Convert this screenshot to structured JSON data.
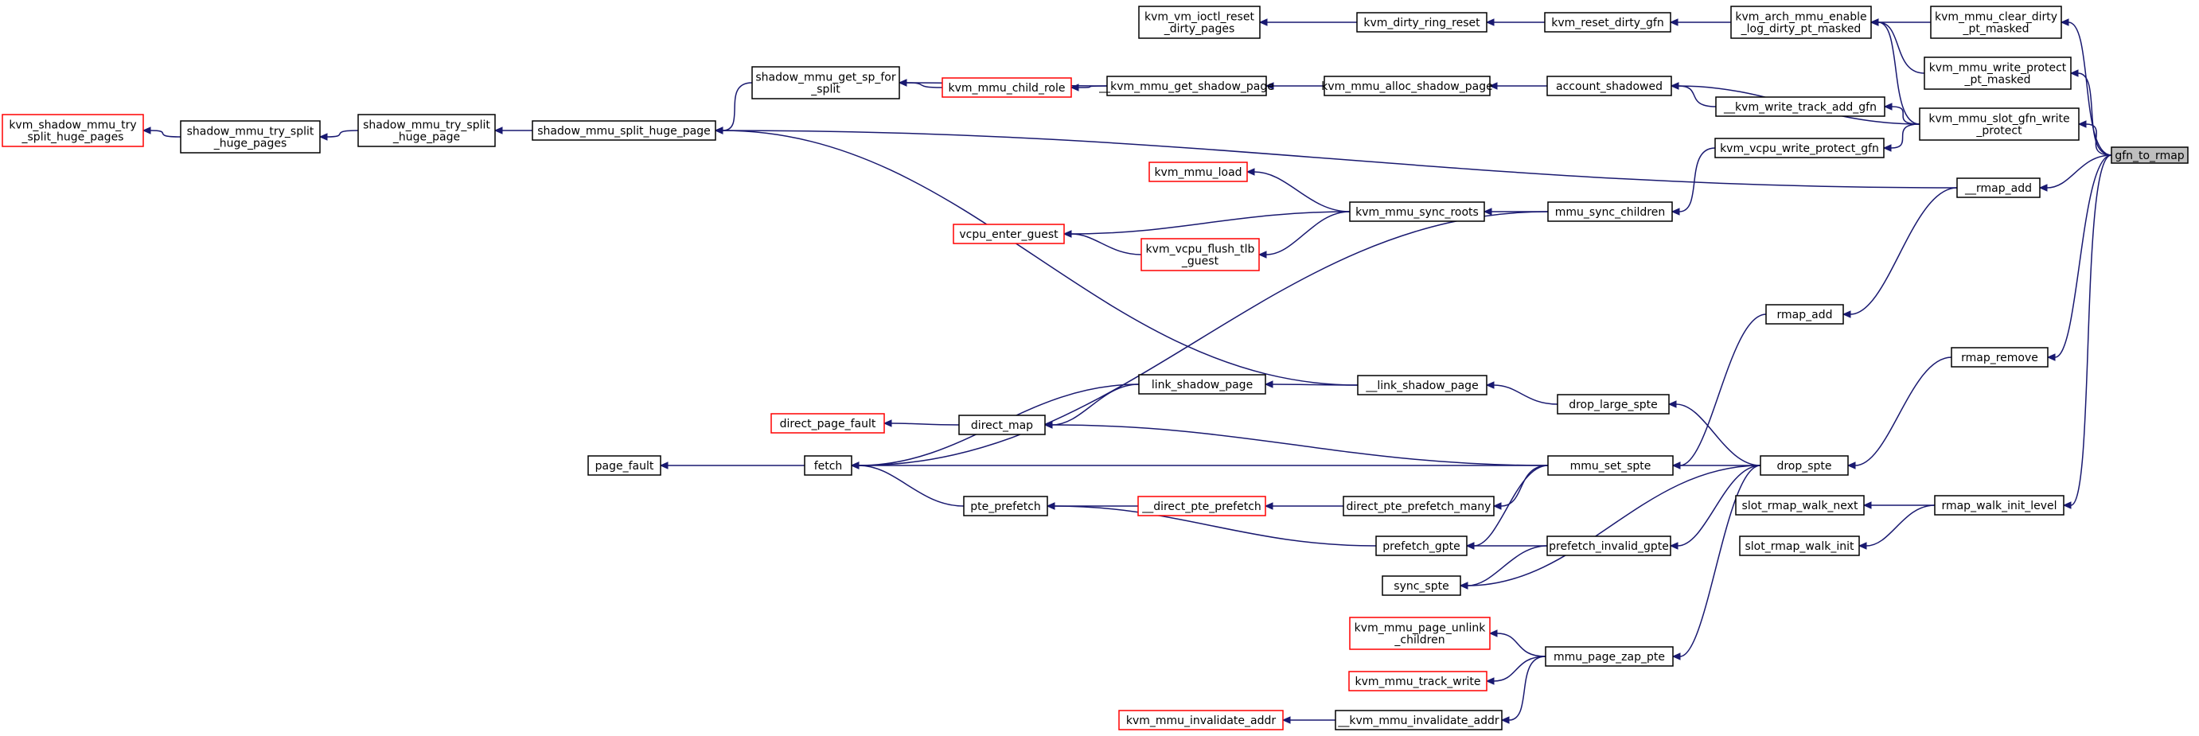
{
  "graph": {
    "root": "gfn_to_rmap",
    "nodes": {
      "gfn_to_rmap": [
        "gfn_to_rmap"
      ],
      "kvm_mmu_clear_dirty_pt_masked": [
        "kvm_mmu_clear_dirty",
        "_pt_masked"
      ],
      "kvm_arch_mmu_enable_log_dirty_pt_masked": [
        "kvm_arch_mmu_enable",
        "_log_dirty_pt_masked"
      ],
      "kvm_reset_dirty_gfn": [
        "kvm_reset_dirty_gfn"
      ],
      "kvm_dirty_ring_reset": [
        "kvm_dirty_ring_reset"
      ],
      "kvm_vm_ioctl_reset_dirty_pages": [
        "kvm_vm_ioctl_reset",
        "_dirty_pages"
      ],
      "kvm_mmu_write_protect_pt_masked": [
        "kvm_mmu_write_protect",
        "_pt_masked"
      ],
      "kvm_mmu_slot_gfn_write_protect": [
        "kvm_mmu_slot_gfn_write",
        "_protect"
      ],
      "account_shadowed": [
        "account_shadowed"
      ],
      "kvm_mmu_alloc_shadow_page": [
        "kvm_mmu_alloc_shadow_page"
      ],
      "__kvm_mmu_get_shadow_page": [
        "__kvm_mmu_get_shadow_page"
      ],
      "shadow_mmu_get_sp_for_split": [
        "shadow_mmu_get_sp_for",
        "_split"
      ],
      "kvm_mmu_child_role": [
        "kvm_mmu_child_role"
      ],
      "shadow_mmu_split_huge_page": [
        "shadow_mmu_split_huge_page"
      ],
      "shadow_mmu_try_split_huge_page": [
        "shadow_mmu_try_split",
        "_huge_page"
      ],
      "shadow_mmu_try_split_huge_pages": [
        "shadow_mmu_try_split",
        "_huge_pages"
      ],
      "kvm_shadow_mmu_try_split_huge_pages": [
        "kvm_shadow_mmu_try",
        "_split_huge_pages"
      ],
      "__kvm_write_track_add_gfn": [
        "__kvm_write_track_add_gfn"
      ],
      "kvm_vcpu_write_protect_gfn": [
        "kvm_vcpu_write_protect_gfn"
      ],
      "__rmap_add": [
        "__rmap_add"
      ],
      "kvm_mmu_load": [
        "kvm_mmu_load"
      ],
      "kvm_mmu_sync_roots": [
        "kvm_mmu_sync_roots"
      ],
      "mmu_sync_children": [
        "mmu_sync_children"
      ],
      "vcpu_enter_guest": [
        "vcpu_enter_guest"
      ],
      "kvm_vcpu_flush_tlb_guest": [
        "kvm_vcpu_flush_tlb",
        "_guest"
      ],
      "rmap_add": [
        "rmap_add"
      ],
      "rmap_remove": [
        "rmap_remove"
      ],
      "link_shadow_page": [
        "link_shadow_page"
      ],
      "__link_shadow_page": [
        "__link_shadow_page"
      ],
      "drop_large_spte": [
        "drop_large_spte"
      ],
      "direct_page_fault": [
        "direct_page_fault"
      ],
      "direct_map": [
        "direct_map"
      ],
      "page_fault": [
        "page_fault"
      ],
      "fetch": [
        "fetch"
      ],
      "mmu_set_spte": [
        "mmu_set_spte"
      ],
      "drop_spte": [
        "drop_spte"
      ],
      "slot_rmap_walk_next": [
        "slot_rmap_walk_next"
      ],
      "rmap_walk_init_level": [
        "rmap_walk_init_level"
      ],
      "pte_prefetch": [
        "pte_prefetch"
      ],
      "__direct_pte_prefetch": [
        "__direct_pte_prefetch"
      ],
      "direct_pte_prefetch_many": [
        "direct_pte_prefetch_many"
      ],
      "slot_rmap_walk_init": [
        "slot_rmap_walk_init"
      ],
      "prefetch_gpte": [
        "prefetch_gpte"
      ],
      "prefetch_invalid_gpte": [
        "prefetch_invalid_gpte"
      ],
      "sync_spte": [
        "sync_spte"
      ],
      "kvm_mmu_page_unlink_children": [
        "kvm_mmu_page_unlink",
        "_children"
      ],
      "mmu_page_zap_pte": [
        "mmu_page_zap_pte"
      ],
      "kvm_mmu_track_write": [
        "kvm_mmu_track_write"
      ],
      "kvm_mmu_invalidate_addr": [
        "kvm_mmu_invalidate_addr"
      ],
      "__kvm_mmu_invalidate_addr": [
        "__kvm_mmu_invalidate_addr"
      ]
    },
    "truncated_nodes": [
      "kvm_shadow_mmu_try_split_huge_pages",
      "kvm_mmu_child_role",
      "kvm_mmu_load",
      "vcpu_enter_guest",
      "kvm_vcpu_flush_tlb_guest",
      "direct_page_fault",
      "__direct_pte_prefetch",
      "kvm_mmu_page_unlink_children",
      "kvm_mmu_track_write",
      "kvm_mmu_invalidate_addr"
    ],
    "edges": [
      [
        "kvm_mmu_clear_dirty_pt_masked",
        "gfn_to_rmap"
      ],
      [
        "kvm_mmu_write_protect_pt_masked",
        "gfn_to_rmap"
      ],
      [
        "kvm_mmu_slot_gfn_write_protect",
        "gfn_to_rmap"
      ],
      [
        "__rmap_add",
        "gfn_to_rmap"
      ],
      [
        "rmap_remove",
        "gfn_to_rmap"
      ],
      [
        "rmap_walk_init_level",
        "gfn_to_rmap"
      ],
      [
        "kvm_arch_mmu_enable_log_dirty_pt_masked",
        "kvm_mmu_clear_dirty_pt_masked"
      ],
      [
        "kvm_arch_mmu_enable_log_dirty_pt_masked",
        "kvm_mmu_write_protect_pt_masked"
      ],
      [
        "kvm_arch_mmu_enable_log_dirty_pt_masked",
        "kvm_mmu_slot_gfn_write_protect"
      ],
      [
        "kvm_reset_dirty_gfn",
        "kvm_arch_mmu_enable_log_dirty_pt_masked"
      ],
      [
        "kvm_dirty_ring_reset",
        "kvm_reset_dirty_gfn"
      ],
      [
        "kvm_vm_ioctl_reset_dirty_pages",
        "kvm_dirty_ring_reset"
      ],
      [
        "account_shadowed",
        "kvm_mmu_slot_gfn_write_protect"
      ],
      [
        "__kvm_write_track_add_gfn",
        "kvm_mmu_slot_gfn_write_protect"
      ],
      [
        "kvm_vcpu_write_protect_gfn",
        "kvm_mmu_slot_gfn_write_protect"
      ],
      [
        "account_shadowed",
        "__kvm_write_track_add_gfn"
      ],
      [
        "kvm_mmu_alloc_shadow_page",
        "account_shadowed"
      ],
      [
        "__kvm_mmu_get_shadow_page",
        "kvm_mmu_alloc_shadow_page"
      ],
      [
        "kvm_mmu_child_role",
        "__kvm_mmu_get_shadow_page"
      ],
      [
        "shadow_mmu_get_sp_for_split",
        "__kvm_mmu_get_shadow_page"
      ],
      [
        "shadow_mmu_get_sp_for_split",
        "kvm_mmu_child_role"
      ],
      [
        "shadow_mmu_split_huge_page",
        "shadow_mmu_get_sp_for_split"
      ],
      [
        "shadow_mmu_try_split_huge_page",
        "shadow_mmu_split_huge_page"
      ],
      [
        "shadow_mmu_try_split_huge_pages",
        "shadow_mmu_try_split_huge_page"
      ],
      [
        "kvm_shadow_mmu_try_split_huge_pages",
        "shadow_mmu_try_split_huge_pages"
      ],
      [
        "shadow_mmu_split_huge_page",
        "__rmap_add"
      ],
      [
        "shadow_mmu_split_huge_page",
        "__link_shadow_page"
      ],
      [
        "mmu_sync_children",
        "kvm_vcpu_write_protect_gfn"
      ],
      [
        "kvm_mmu_sync_roots",
        "mmu_sync_children"
      ],
      [
        "kvm_mmu_load",
        "kvm_mmu_sync_roots"
      ],
      [
        "vcpu_enter_guest",
        "kvm_mmu_sync_roots"
      ],
      [
        "kvm_vcpu_flush_tlb_guest",
        "kvm_mmu_sync_roots"
      ],
      [
        "vcpu_enter_guest",
        "kvm_vcpu_flush_tlb_guest"
      ],
      [
        "fetch",
        "mmu_sync_children"
      ],
      [
        "rmap_add",
        "__rmap_add"
      ],
      [
        "mmu_set_spte",
        "rmap_add"
      ],
      [
        "drop_spte",
        "rmap_remove"
      ],
      [
        "link_shadow_page",
        "__link_shadow_page"
      ],
      [
        "__link_shadow_page",
        "drop_large_spte"
      ],
      [
        "drop_large_spte",
        "drop_spte"
      ],
      [
        "fetch",
        "link_shadow_page"
      ],
      [
        "direct_map",
        "link_shadow_page"
      ],
      [
        "direct_page_fault",
        "direct_map"
      ],
      [
        "direct_map",
        "mmu_set_spte"
      ],
      [
        "page_fault",
        "fetch"
      ],
      [
        "fetch",
        "mmu_set_spte"
      ],
      [
        "fetch",
        "pte_prefetch"
      ],
      [
        "mmu_set_spte",
        "drop_spte"
      ],
      [
        "slot_rmap_walk_next",
        "rmap_walk_init_level"
      ],
      [
        "slot_rmap_walk_init",
        "rmap_walk_init_level"
      ],
      [
        "pte_prefetch",
        "__direct_pte_prefetch"
      ],
      [
        "__direct_pte_prefetch",
        "direct_pte_prefetch_many"
      ],
      [
        "direct_pte_prefetch_many",
        "mmu_set_spte"
      ],
      [
        "pte_prefetch",
        "prefetch_gpte"
      ],
      [
        "prefetch_gpte",
        "mmu_set_spte"
      ],
      [
        "prefetch_gpte",
        "prefetch_invalid_gpte"
      ],
      [
        "prefetch_invalid_gpte",
        "drop_spte"
      ],
      [
        "sync_spte",
        "prefetch_invalid_gpte"
      ],
      [
        "sync_spte",
        "drop_spte"
      ],
      [
        "mmu_page_zap_pte",
        "drop_spte"
      ],
      [
        "kvm_mmu_page_unlink_children",
        "mmu_page_zap_pte"
      ],
      [
        "kvm_mmu_track_write",
        "mmu_page_zap_pte"
      ],
      [
        "__kvm_mmu_invalidate_addr",
        "mmu_page_zap_pte"
      ],
      [
        "kvm_mmu_invalidate_addr",
        "__kvm_mmu_invalidate_addr"
      ]
    ]
  }
}
